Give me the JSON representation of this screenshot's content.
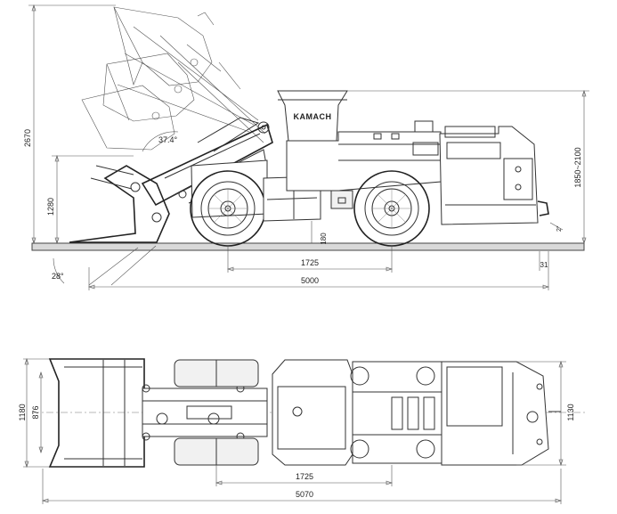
{
  "side_view": {
    "brand_label": "KAMACH",
    "dim_total_height": "2670",
    "dim_lift_height": "1280",
    "dim_angle_top": "37.4°",
    "dim_angle_bottom": "28°",
    "dim_ground_clearance": "180",
    "dim_wheelbase": "1725",
    "dim_length": "5000",
    "dim_rear_height": "1850~2100",
    "dim_rear_offset": "31",
    "dim_rear_small": "2°"
  },
  "top_view": {
    "dim_width_outer": "1180",
    "dim_width_inner": "876",
    "dim_width_rear": "1130",
    "dim_wheelbase": "1725",
    "dim_length": "5070"
  }
}
